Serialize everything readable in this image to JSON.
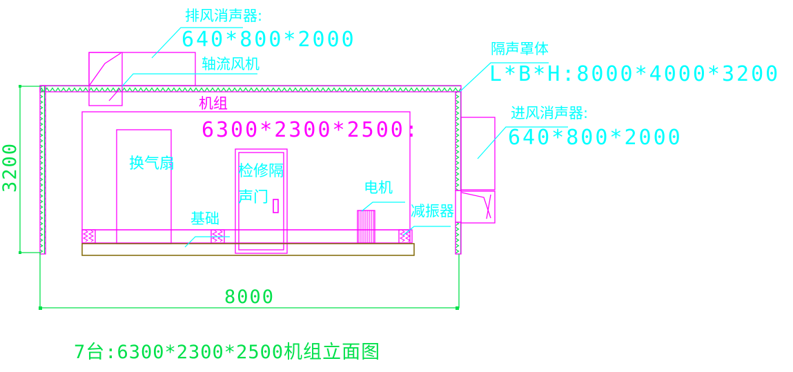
{
  "drawing": {
    "type": "CAD elevation drawing",
    "caption": "7台:6300*2300*2500机组立面图"
  },
  "colors": {
    "annotation_cyan": "#00ffff",
    "object_magenta": "#ff00ff",
    "dimension_green": "#00e04a",
    "foundation_olive": "#7e6500"
  },
  "labels": {
    "exhaust_silencer": {
      "title": "排风消声器:",
      "size": "640*800*2000"
    },
    "axial_fan": {
      "title": "轴流风机"
    },
    "enclosure": {
      "title": "隔声罩体",
      "size": "L*B*H:8000*4000*3200"
    },
    "intake_silencer": {
      "title": "进风消声器:",
      "size": "640*800*2000"
    },
    "unit": {
      "title": "机组",
      "size": "6300*2300*2500:"
    },
    "ventilation_fan": {
      "title": "换气扇"
    },
    "access_door": {
      "line1": "检修隔",
      "line2": "声门"
    },
    "motor": {
      "title": "电机"
    },
    "vibration_damper": {
      "title": "减振器"
    },
    "foundation": {
      "title": "基础"
    }
  },
  "dimensions": {
    "enclosure_height": "3200",
    "enclosure_width": "8000"
  }
}
